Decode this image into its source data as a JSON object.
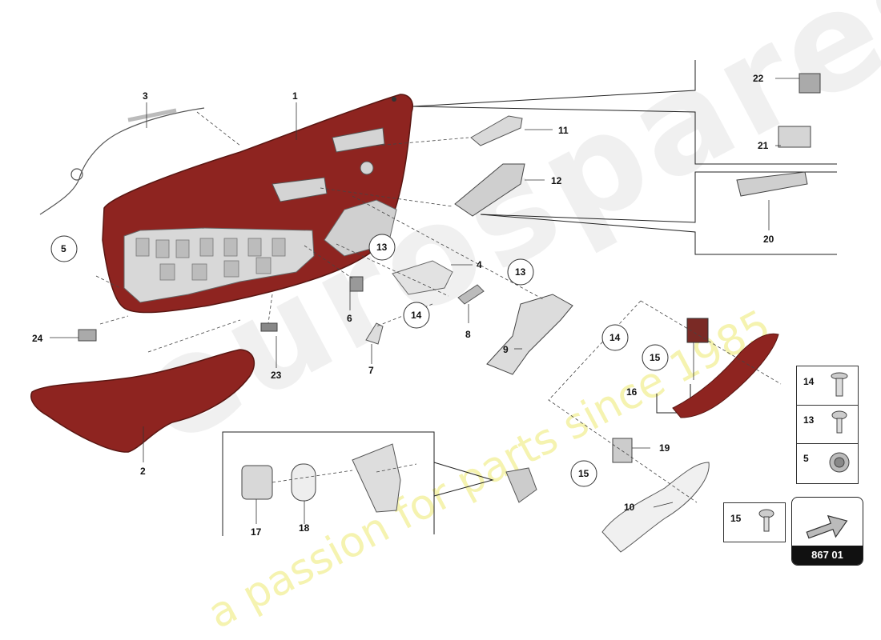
{
  "watermark": {
    "brand": "eurospares",
    "slogan": "a passion for parts since 1985"
  },
  "callouts": [
    {
      "id": "c1",
      "text": "1"
    },
    {
      "id": "c2",
      "text": "2"
    },
    {
      "id": "c3",
      "text": "3"
    },
    {
      "id": "c4",
      "text": "4"
    },
    {
      "id": "c5",
      "text": "5"
    },
    {
      "id": "c6",
      "text": "6"
    },
    {
      "id": "c7",
      "text": "7"
    },
    {
      "id": "c8",
      "text": "8"
    },
    {
      "id": "c9",
      "text": "9"
    },
    {
      "id": "c10",
      "text": "10"
    },
    {
      "id": "c11",
      "text": "11"
    },
    {
      "id": "c12",
      "text": "12"
    },
    {
      "id": "c13a",
      "text": "13"
    },
    {
      "id": "c13b",
      "text": "13"
    },
    {
      "id": "c14a",
      "text": "14"
    },
    {
      "id": "c14b",
      "text": "14"
    },
    {
      "id": "c15a",
      "text": "15"
    },
    {
      "id": "c15b",
      "text": "15"
    },
    {
      "id": "c16",
      "text": "16"
    },
    {
      "id": "c17",
      "text": "17"
    },
    {
      "id": "c18",
      "text": "18"
    },
    {
      "id": "c19",
      "text": "19"
    },
    {
      "id": "c20",
      "text": "20"
    },
    {
      "id": "c21",
      "text": "21"
    },
    {
      "id": "c22",
      "text": "22"
    },
    {
      "id": "c23",
      "text": "23"
    },
    {
      "id": "c24",
      "text": "24"
    }
  ],
  "fastener_legend": [
    {
      "label": "14",
      "icon": "screw-icon"
    },
    {
      "label": "13",
      "icon": "bolt-icon"
    },
    {
      "label": "5",
      "icon": "clip-icon"
    }
  ],
  "fastener_15": {
    "label": "15",
    "icon": "bolt-icon"
  },
  "reference": {
    "code": "867 01",
    "icon": "arrow-icon"
  },
  "colors": {
    "trim_red": "#8e2420",
    "trim_red_light": "#a83a32",
    "line": "#333333"
  }
}
